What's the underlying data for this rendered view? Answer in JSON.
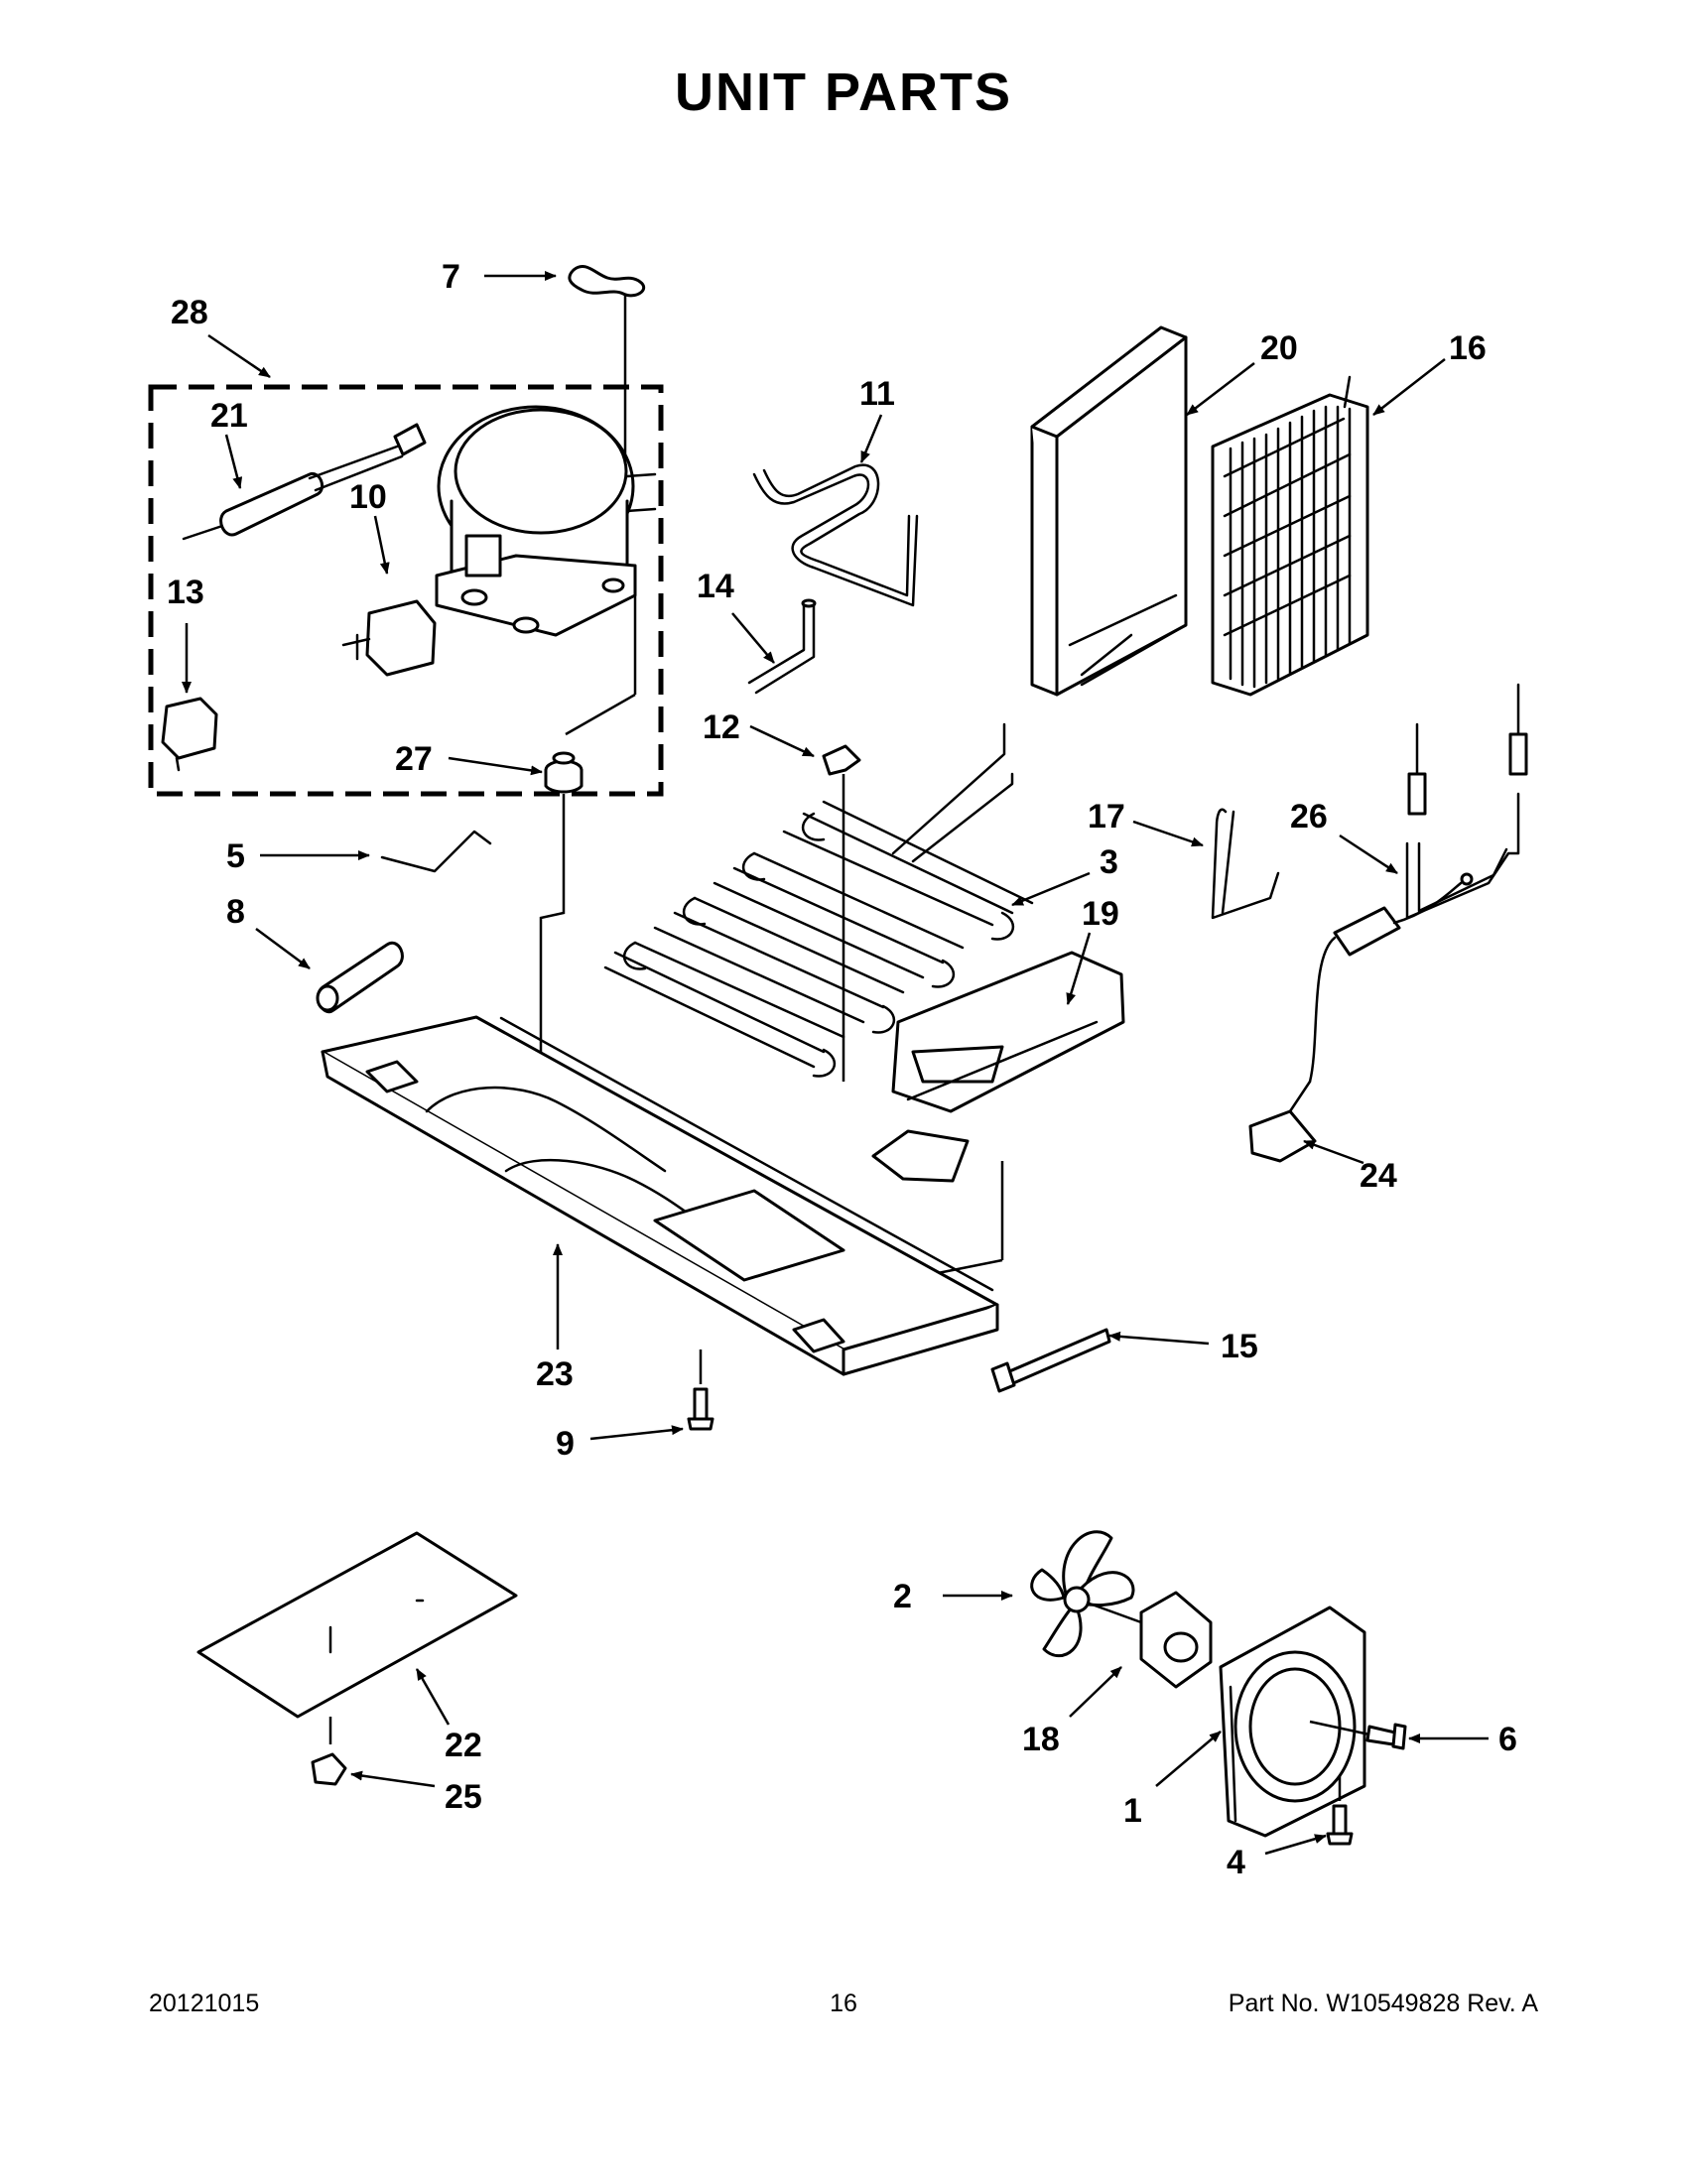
{
  "title": "UNIT PARTS",
  "callouts": [
    "1",
    "2",
    "3",
    "4",
    "5",
    "6",
    "7",
    "8",
    "9",
    "10",
    "11",
    "12",
    "13",
    "14",
    "15",
    "16",
    "17",
    "18",
    "19",
    "20",
    "21",
    "22",
    "23",
    "24",
    "25",
    "26",
    "27",
    "28"
  ],
  "footer": {
    "date": "20121015",
    "page": "16",
    "part_no": "Part No.  W10549828  Rev.  A"
  }
}
